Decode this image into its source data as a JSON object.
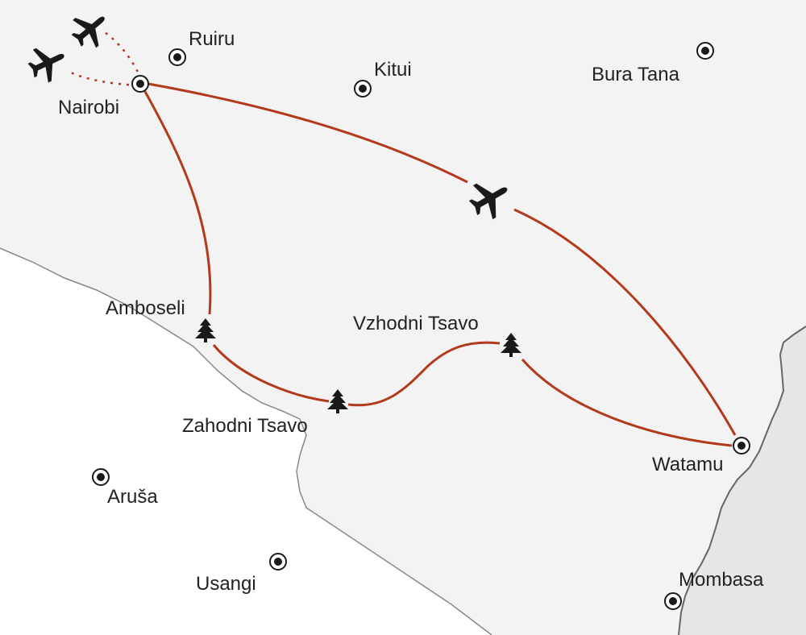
{
  "colors": {
    "land_kenya": "#f3f3f3",
    "land_tanzania": "#ffffff",
    "sea": "#e6e6e6",
    "border": "#888888",
    "coast": "#666666",
    "route": "#b23a1a",
    "marker": "#1a1a1a",
    "label": "#222222"
  },
  "cities": [
    {
      "id": "ruiru",
      "name": "Ruiru"
    },
    {
      "id": "kitui",
      "name": "Kitui"
    },
    {
      "id": "bura-tana",
      "name": "Bura Tana"
    },
    {
      "id": "nairobi",
      "name": "Nairobi"
    },
    {
      "id": "amboseli",
      "name": "Amboseli"
    },
    {
      "id": "vzhodni-tsavo",
      "name": "Vzhodni Tsavo"
    },
    {
      "id": "zahodni-tsavo",
      "name": "Zahodni Tsavo"
    },
    {
      "id": "watamu",
      "name": "Watamu"
    },
    {
      "id": "arusa",
      "name": "Aruša"
    },
    {
      "id": "usangi",
      "name": "Usangi"
    },
    {
      "id": "mombasa",
      "name": "Mombasa"
    }
  ],
  "icons": {
    "flight": "airplane-icon",
    "park": "tree-icon",
    "city": "city-marker-icon"
  }
}
